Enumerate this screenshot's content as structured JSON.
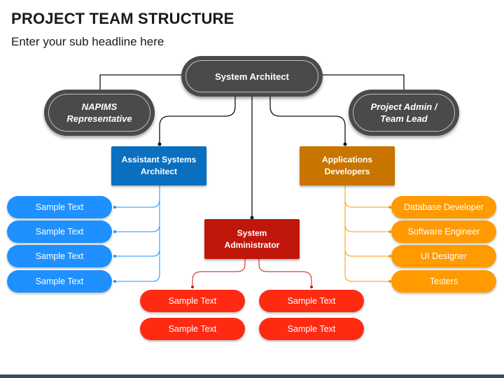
{
  "header": {
    "title": "PROJECT TEAM STRUCTURE",
    "subtitle": "Enter your sub headline here"
  },
  "diagram": {
    "top": "System Architect",
    "left_rep": "NAPIMS Representative",
    "right_rep": "Project Admin / Team Lead",
    "assistant": "Assistant Systems Architect",
    "apps": "Applications Developers",
    "sysadmin": "System Administrator",
    "left_items": [
      "Sample Text",
      "Sample Text",
      "Sample Text",
      "Sample Text"
    ],
    "bottom_items": [
      "Sample Text",
      "Sample Text",
      "Sample Text",
      "Sample Text"
    ],
    "right_items": [
      "Database Developer",
      "Software Engineer",
      "UI Designer",
      "Testers"
    ]
  },
  "colors": {
    "dark_node": "#4a4a4a",
    "blue": "#0a6fbf",
    "blue_pill": "#1e90ff",
    "orange_box": "#c87500",
    "orange_pill": "#ff9a00",
    "red_box": "#c0170c",
    "red_pill": "#ff2a12"
  }
}
